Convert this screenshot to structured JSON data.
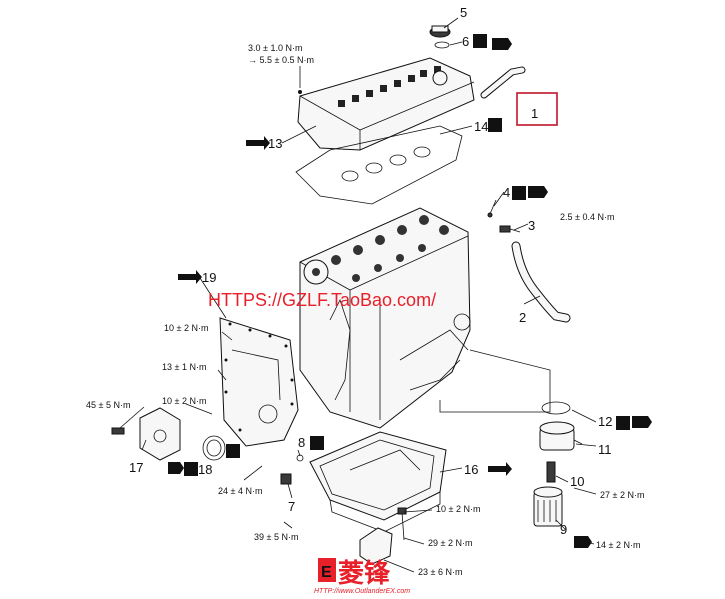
{
  "callouts": {
    "c1": "1",
    "c2": "2",
    "c3": "3",
    "c4": "4",
    "c5": "5",
    "c6": "6",
    "c7": "7",
    "c8": "8",
    "c9": "9",
    "c10": "10",
    "c11": "11",
    "c12": "12",
    "c13": "13",
    "c14": "14",
    "c16": "16",
    "c17": "17",
    "c18": "18",
    "c19": "19"
  },
  "torque": {
    "rocker_a": "3.0 ± 1.0 N·m",
    "rocker_b": "→ 5.5 ± 0.5 N·m",
    "hose_bolt": "2.5 ± 0.4 N·m",
    "cover_bolt": "10 ± 2 N·m",
    "cover_bolt_b": "13 ± 1 N·m",
    "bracket_bolt": "10 ± 2 N·m",
    "mount_bolt": "45 ± 5 N·m",
    "cover_stud": "24 ± 4 N·m",
    "drain_plug": "39 ± 5 N·m",
    "cooler_bolt": "27 ± 2 N·m",
    "pan_bolt": "10 ± 2 N·m",
    "pan_bolt_b": "29 ± 2 N·m",
    "oil_plug": "14 ± 2 N·m",
    "strainer_bolt": "23 ± 6 N·m"
  },
  "symbols": {
    "n": "N"
  },
  "watermark": {
    "text": "HTTPS://GZLF.TaoBao.com/"
  },
  "logo": {
    "cn": "菱锋",
    "url": "HTTP://www.OutlanderEX.com"
  },
  "colors": {
    "watermark": "#e8202a",
    "highlight_box": "#c0152a"
  }
}
